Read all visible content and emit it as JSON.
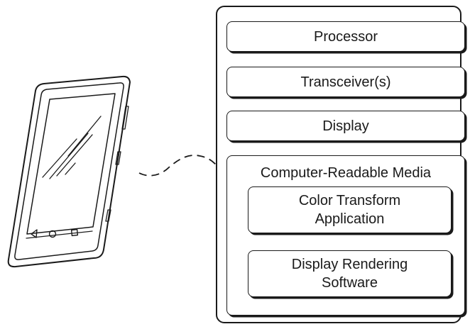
{
  "device": {
    "icons": [
      "back-triangle-icon",
      "home-circle-icon",
      "recent-square-icon"
    ]
  },
  "components": {
    "processor": "Processor",
    "transceivers": "Transceiver(s)",
    "display": "Display"
  },
  "media": {
    "title": "Computer-Readable Media",
    "color_transform": [
      "Color Transform",
      "Application"
    ],
    "display_rendering": [
      "Display Rendering",
      "Software"
    ]
  },
  "colors": {
    "stroke": "#1a1a1a",
    "background": "#ffffff"
  }
}
